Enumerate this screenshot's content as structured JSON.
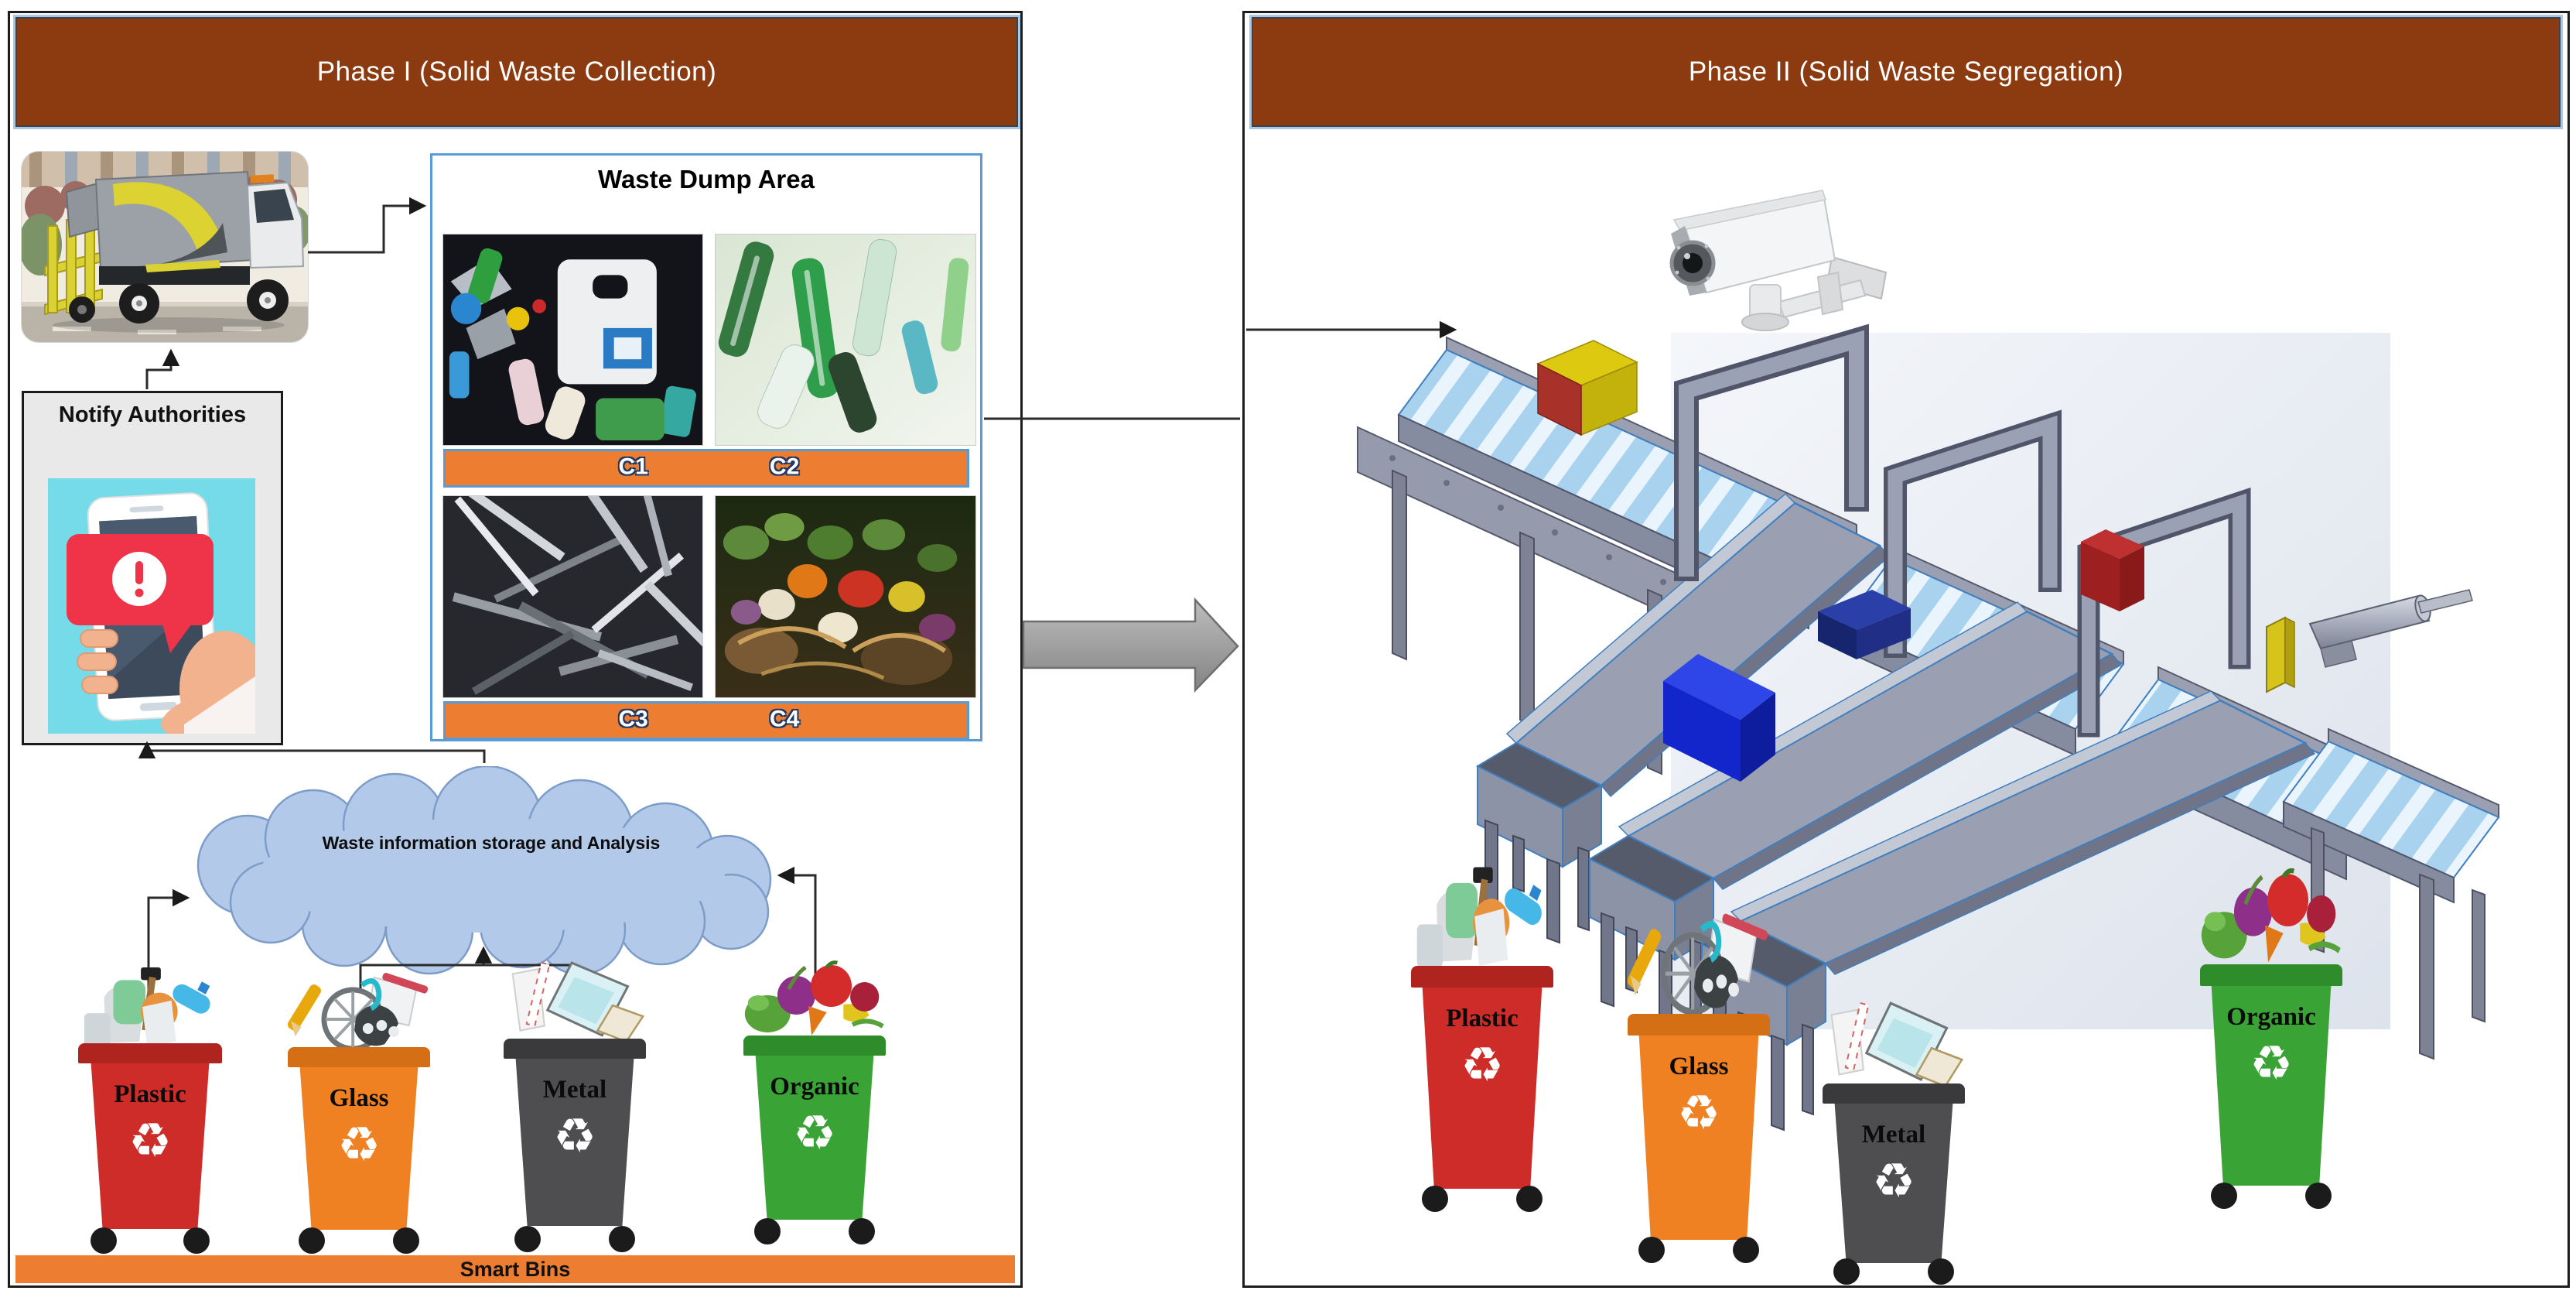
{
  "figure": {
    "phase1": {
      "title": "Phase I (Solid Waste Collection)",
      "notify_box_title": "Notify Authorities",
      "waste_dump_title": "Waste Dump Area",
      "category_labels": [
        "C1",
        "C2",
        "C3",
        "C4"
      ],
      "cloud_label": "Waste information storage and Analysis",
      "smart_bins_label": "Smart Bins",
      "bins": [
        {
          "label": "Plastic",
          "color": "#ce2c28",
          "lid": "#b02420"
        },
        {
          "label": "Glass",
          "color": "#f08122",
          "lid": "#d46f15"
        },
        {
          "label": "Metal",
          "color": "#4e4e50",
          "lid": "#3a3a3c"
        },
        {
          "label": "Organic",
          "color": "#3aa336",
          "lid": "#2f8c2b"
        }
      ]
    },
    "phase2": {
      "title": "Phase II (Solid Waste Segregation)",
      "bins": [
        {
          "label": "Plastic",
          "color": "#ce2c28",
          "lid": "#b02420"
        },
        {
          "label": "Glass",
          "color": "#f08122",
          "lid": "#d46f15"
        },
        {
          "label": "Metal",
          "color": "#4e4e50",
          "lid": "#3a3a3c"
        },
        {
          "label": "Organic",
          "color": "#3aa336",
          "lid": "#2f8c2b"
        }
      ]
    }
  },
  "icons": {
    "recycle": "♻"
  },
  "colors": {
    "header_bg": "#8c3a10",
    "accent_orange": "#ed7d31",
    "box_border_blue": "#5b9bd5",
    "cloud_fill": "#b3c9ea",
    "cloud_border": "#7d9dc8",
    "big_arrow_gray": "#9a9a9a",
    "notify_bg": "#e9e9e9"
  }
}
